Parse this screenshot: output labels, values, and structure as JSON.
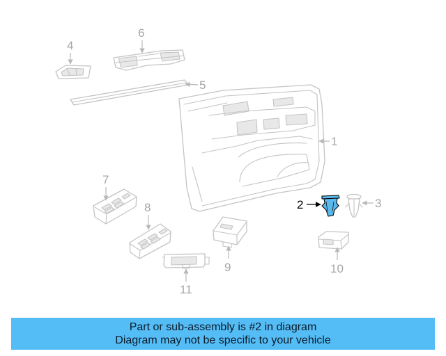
{
  "diagram": {
    "callouts": {
      "c1": "1",
      "c2": "2",
      "c3": "3",
      "c4": "4",
      "c5": "5",
      "c6": "6",
      "c7": "7",
      "c8": "8",
      "c9": "9",
      "c10": "10",
      "c11": "11"
    },
    "highlighted_part": "2",
    "colors": {
      "highlight_fill": "#5bb8ea",
      "ghost_stroke": "#c4c4c4",
      "callout_text": "#a6a6a6"
    }
  },
  "banner": {
    "line1": "Part or sub-assembly is #2 in diagram",
    "line2": "Diagram may not be specific to your vehicle",
    "background": "#55bdf5"
  }
}
